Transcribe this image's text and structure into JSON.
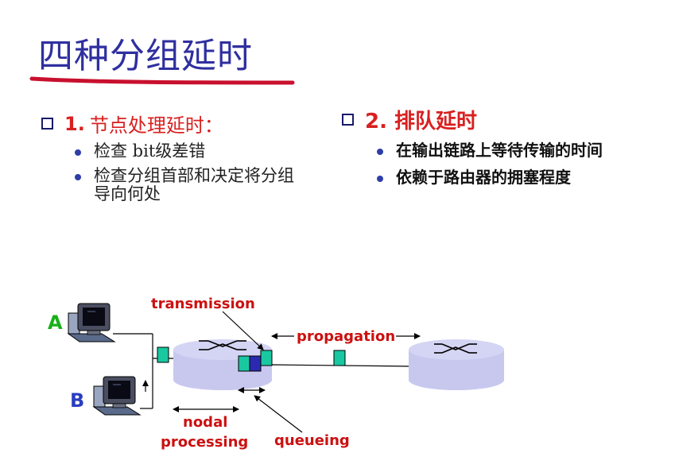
{
  "title": "四种分组延时",
  "section1": {
    "heading_number": "1.",
    "heading_text": "节点处理延时：",
    "bullets": [
      "检查 bit级差错",
      "检查分组首部和决定将分组导向何处"
    ]
  },
  "section2": {
    "heading": "2. 排队延时",
    "bullets": [
      "在输出链路上等待传输的时间",
      "依赖于路由器的拥塞程度"
    ]
  },
  "diagram": {
    "host_a": "A",
    "host_b": "B",
    "transmission": "transmission",
    "propagation": "propagation",
    "nodal_line1": "nodal",
    "nodal_line2": "processing",
    "queueing": "queueing"
  },
  "colors": {
    "title": "#2f2fa0",
    "accent_red": "#d92020",
    "label_red": "#cc1010",
    "router": "#c8c8ef",
    "packet": "#19c8a0",
    "packet_dark": "#2a2ab0",
    "host_letter_a": "#18b018",
    "host_letter_b": "#2a3ec0"
  }
}
